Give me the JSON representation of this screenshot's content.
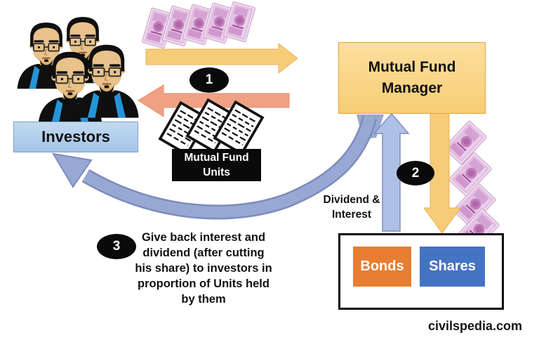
{
  "nodes": {
    "investors": {
      "label": "Investors"
    },
    "manager": {
      "line1": "Mutual Fund",
      "line2": "Manager"
    },
    "units": {
      "line1": "Mutual Fund",
      "line2": "Units"
    },
    "bonds": {
      "label": "Bonds"
    },
    "shares": {
      "label": "Shares"
    }
  },
  "steps": {
    "step1": {
      "number": "1"
    },
    "step2": {
      "number": "2"
    },
    "step3": {
      "number": "3",
      "lines": [
        "Give back interest and",
        "dividend (after cutting",
        "his share) to investors in",
        "proportion of Units held",
        "by them"
      ]
    }
  },
  "labels": {
    "dividend_line1": "Dividend &",
    "dividend_line2": "Interest"
  },
  "footer": {
    "watermark": "civilspedia.com"
  },
  "colors": {
    "money_arrow_yellow": "#f6cc79",
    "units_arrow_orange": "#f0a184",
    "return_arrow_blue": "#98a8d4",
    "dividend_arrow_blue": "#afc0e6",
    "bonds_orange": "#e87e31",
    "shares_blue": "#4573c4",
    "investors_box_blue": "#aecbeb",
    "manager_box_yellow": "#fbd88c",
    "rupee_note_pink": "#e3bfe2"
  },
  "icons": {
    "people": "investors-group-icon",
    "money_top": "rupee-notes-icon",
    "money_right": "rupee-notes-icon",
    "certificates": "unit-certificates-icon"
  }
}
